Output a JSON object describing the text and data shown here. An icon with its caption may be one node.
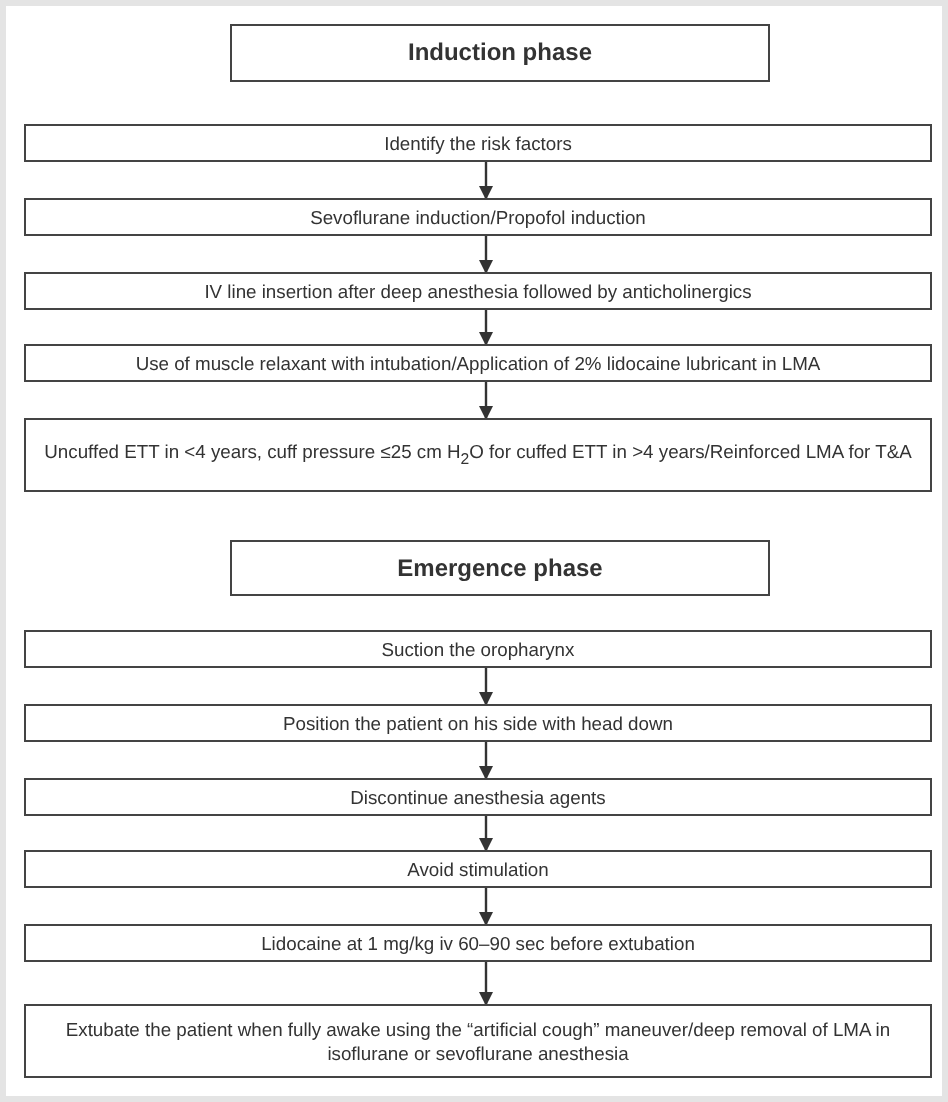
{
  "diagram": {
    "nodes": [
      {
        "text": [
          "Induction phase"
        ]
      },
      {
        "text": [
          "Identify the risk factors"
        ]
      },
      {
        "text": [
          "Sevoflurane induction/Propofol induction"
        ]
      },
      {
        "text": [
          "IV line insertion after deep anesthesia followed by anticholinergics"
        ]
      },
      {
        "text": [
          "Use of muscle relaxant with intubation/Application of 2% lidocaine lubricant in LMA"
        ]
      },
      {
        "text": [
          "Uncuffed ETT in <4 years, cuff pressure ≤25 cm H$_{2}$O for cuffed ETT in >4 years/Reinforced LMA for T&A"
        ]
      },
      {
        "text": [
          "Emergence phase"
        ]
      },
      {
        "text": [
          "Suction the oropharynx"
        ]
      },
      {
        "text": [
          "Position the patient on his side with head down"
        ]
      },
      {
        "text": [
          "Discontinue anesthesia agents"
        ]
      },
      {
        "text": [
          "Avoid stimulation"
        ]
      },
      {
        "text": [
          "Lidocaine at 1 mg/kg iv 60–90 sec before extubation"
        ]
      },
      {
        "text": [
          "Extubate the patient when fully awake using the “artificial cough” maneuver/deep removal of LMA in isoflurane or sevoflurane anesthesia"
        ]
      }
    ],
    "edges": [
      {
        "from": 1,
        "to": 2,
        "arrow": "to"
      },
      {
        "from": 2,
        "to": 3,
        "arrow": "to"
      },
      {
        "from": 3,
        "to": 4,
        "arrow": "to"
      },
      {
        "from": 4,
        "to": 5,
        "arrow": "to"
      },
      {
        "from": 7,
        "to": 8,
        "arrow": "to"
      },
      {
        "from": 8,
        "to": 9,
        "arrow": "to"
      },
      {
        "from": 9,
        "to": 10,
        "arrow": "to"
      },
      {
        "from": 10,
        "to": 11,
        "arrow": "to"
      },
      {
        "from": 11,
        "to": 12,
        "arrow": "to"
      }
    ]
  }
}
